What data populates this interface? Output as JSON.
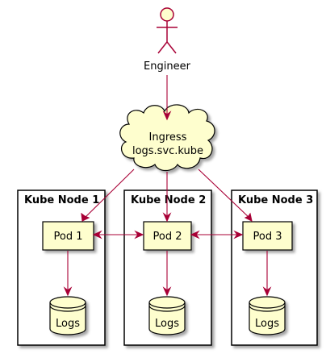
{
  "diagram": {
    "actor": {
      "label": "Engineer",
      "icon": "actor-stick-figure-icon"
    },
    "ingress": {
      "line1": "Ingress",
      "line2": "logs.svc.kube"
    },
    "nodes": [
      {
        "title": "Kube Node 1",
        "pod": "Pod 1",
        "store": "Logs"
      },
      {
        "title": "Kube Node 2",
        "pod": "Pod 2",
        "store": "Logs"
      },
      {
        "title": "Kube Node 3",
        "pod": "Pod 3",
        "store": "Logs"
      }
    ],
    "colors": {
      "fill": "#FEFECE",
      "stroke": "#A80036",
      "arrow": "#A80036",
      "node_border": "#000000"
    }
  }
}
